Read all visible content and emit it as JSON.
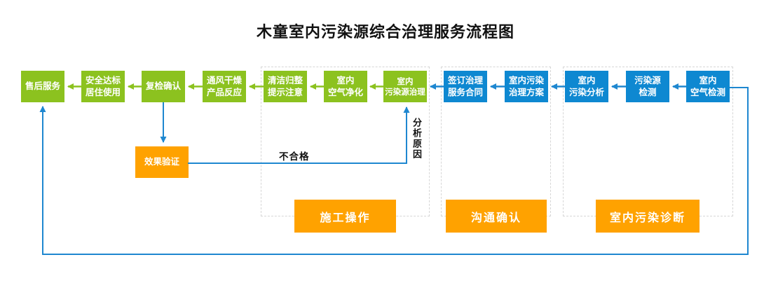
{
  "title": "木童室内污染源综合治理服务流程图",
  "colors": {
    "node_green": "#8cc21f",
    "node_blue": "#0e88d1",
    "node_orange": "#ffa200",
    "arrow_green": "#8cc21f",
    "arrow_blue": "#1e87d0",
    "group_border": "#d6d6d6"
  },
  "nodes": {
    "after_sales": "售后服务",
    "safety_standard": "安全达标\n居住使用",
    "recheck": "复检确认",
    "ventilation": "通风干燥\n产品反应",
    "cleanup": "清洁归整\n提示注意",
    "purification": "室内\n空气净化",
    "source_treatment": "室内\n污染源治理",
    "contract": "签订治理\n服务合同",
    "plan": "室内污染\n治理方案",
    "analysis": "室内\n污染分析",
    "detection": "污染源\n检测",
    "air_test": "室内\n空气检测",
    "verification": "效果验证"
  },
  "groups": {
    "construction": "施工操作",
    "communication": "沟通确认",
    "diagnosis": "室内污染诊断"
  },
  "edge_labels": {
    "unqualified": "不合格",
    "analyze_reason": "分析原因"
  }
}
